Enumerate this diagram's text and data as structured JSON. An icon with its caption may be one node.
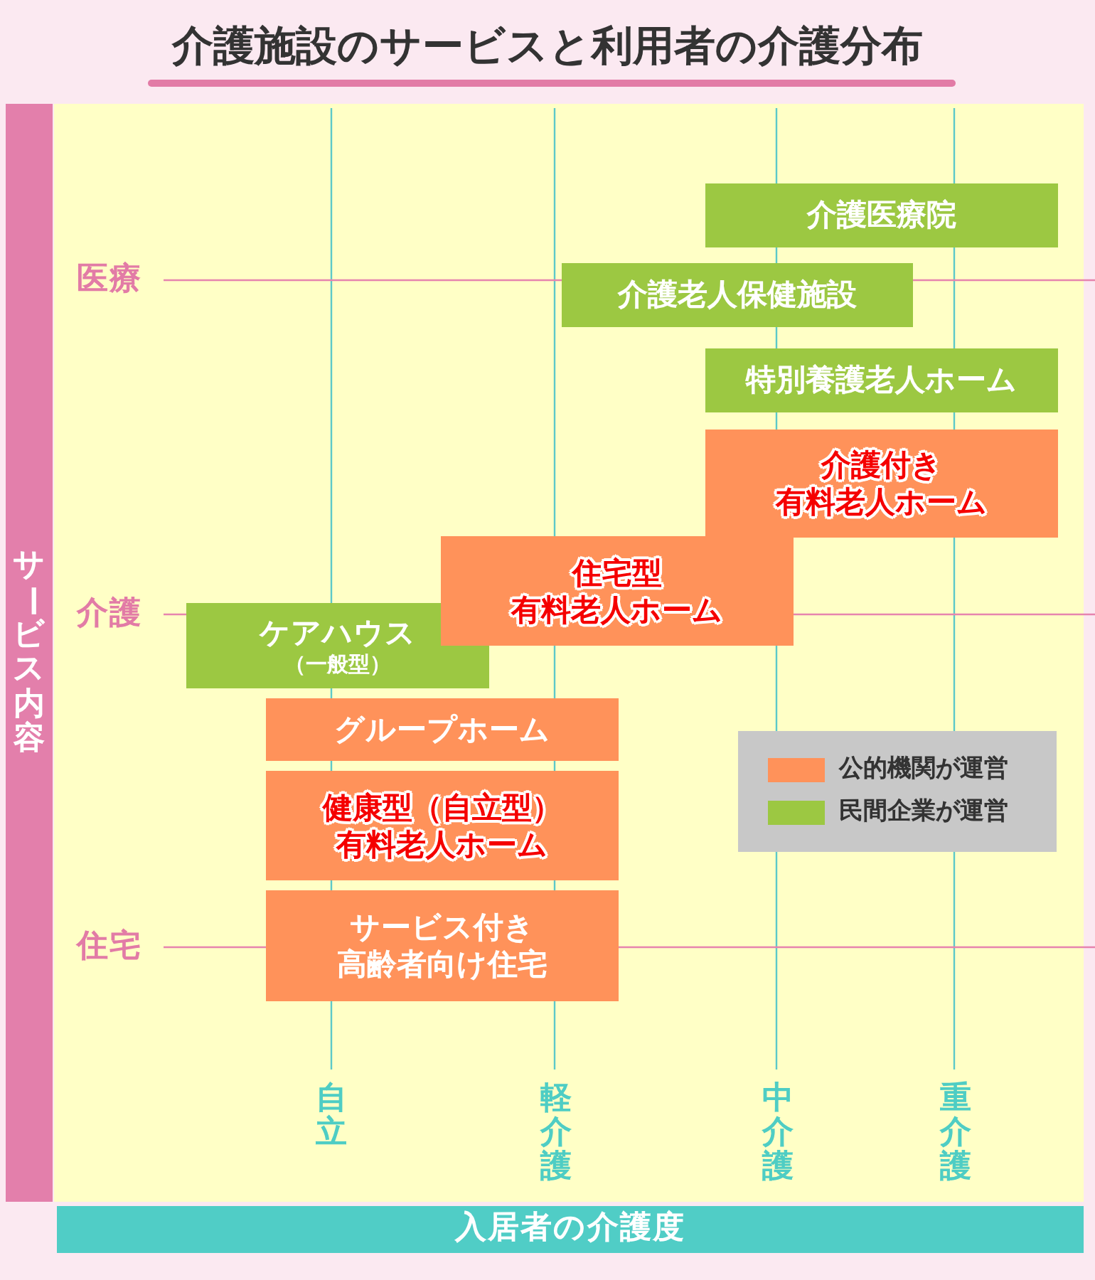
{
  "diagram": {
    "title": "介護施設のサービスと利用者の介護分布",
    "nodes": [
      {
        "text": [
          "サービス内容"
        ]
      },
      {
        "text": [
          "介護医療院"
        ]
      },
      {
        "text": [
          "介護老人保健施設"
        ]
      },
      {
        "text": [
          "特別養護老人ホーム"
        ]
      },
      {
        "text": [
          "介護付き有料老人ホーム"
        ]
      },
      {
        "text": [
          "住宅型有料老人ホーム"
        ]
      },
      {
        "text": [
          "ケアハウス",
          "（一般型）"
        ]
      },
      {
        "text": [
          "グループホーム"
        ]
      },
      {
        "text": [
          "健康型（自立型）有料老人ホーム"
        ]
      },
      {
        "text": [
          "サービス付き高齢者向け住宅"
        ]
      },
      {
        "text": [
          "入居者の介護度"
        ]
      }
    ],
    "labels": [
      "医療",
      "介護",
      "住宅",
      "自立",
      "軽介護",
      "中介護",
      "重介護"
    ],
    "legend": [
      {
        "text": "公的機関が運営",
        "color": "#ff925a"
      },
      {
        "text": "民間企業が運営",
        "color": "#9cc842"
      }
    ]
  }
}
